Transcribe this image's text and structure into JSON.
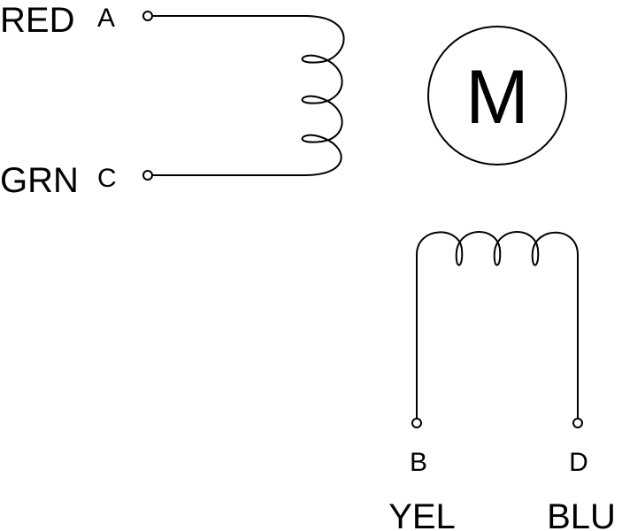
{
  "labels": {
    "red": "RED",
    "a": "A",
    "grn": "GRN",
    "c": "C",
    "b": "B",
    "d": "D",
    "yel": "YEL",
    "blu": "BLU"
  },
  "motor": {
    "letter": "M"
  },
  "colors": {
    "ink": "#000000",
    "background": "#ffffff"
  }
}
